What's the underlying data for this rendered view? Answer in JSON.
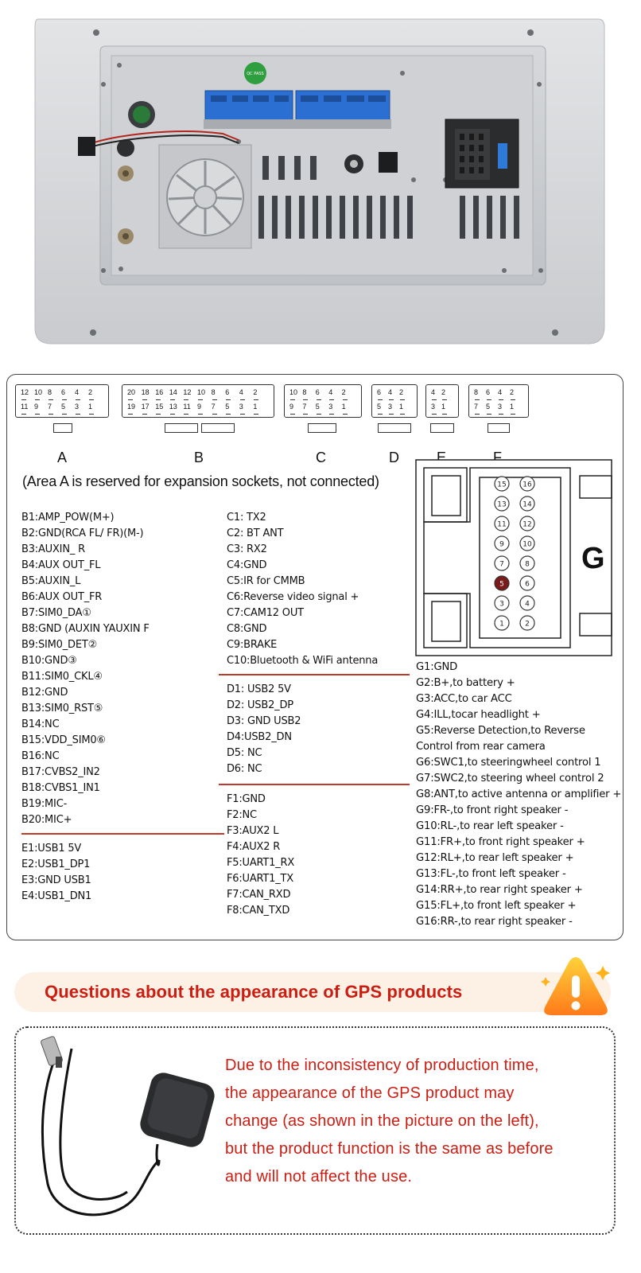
{
  "photo": {
    "alt": "Back of car radio unit"
  },
  "connectors": {
    "A": {
      "letter": "A",
      "top": [
        "12",
        "10",
        "8",
        "6",
        "4",
        "2"
      ],
      "bottom": [
        "11",
        "9",
        "7",
        "5",
        "3",
        "1"
      ]
    },
    "B": {
      "letter": "B",
      "top": [
        "20",
        "18",
        "16",
        "14",
        "12",
        "10",
        "8",
        "6",
        "4",
        "2"
      ],
      "bottom": [
        "19",
        "17",
        "15",
        "13",
        "11",
        "9",
        "7",
        "5",
        "3",
        "1"
      ]
    },
    "C": {
      "letter": "C",
      "top": [
        "10",
        "8",
        "6",
        "4",
        "2"
      ],
      "bottom": [
        "9",
        "7",
        "5",
        "3",
        "1"
      ]
    },
    "D": {
      "letter": "D",
      "top": [
        "6",
        "4",
        "2"
      ],
      "bottom": [
        "5",
        "3",
        "1"
      ]
    },
    "E": {
      "letter": "E",
      "top": [
        "4",
        "2"
      ],
      "bottom": [
        "3",
        "1"
      ]
    },
    "F": {
      "letter": "F",
      "top": [
        "8",
        "6",
        "4",
        "2"
      ],
      "bottom": [
        "7",
        "5",
        "3",
        "1"
      ]
    }
  },
  "area_note": "(Area A is reserved for expansion sockets, not connected)",
  "b_pins": [
    "B1:AMP_POW(M+)",
    "B2:GND(RCA FL/ FR)(M-)",
    "B3:AUXIN_ R",
    "B4:AUX OUT_FL",
    "B5:AUXIN_L",
    "B6:AUX OUT_FR",
    "B7:SIM0_DA①",
    "B8:GND (AUXIN YAUXIN F",
    "B9:SIM0_DET②",
    "B10:GND③",
    "B11:SIM0_CKL④",
    "B12:GND",
    "B13:SIM0_RST⑤",
    "B14:NC",
    "B15:VDD_SIM0⑥",
    "B16:NC",
    "B17:CVBS2_IN2",
    "B18:CVBS1_IN1",
    "B19:MIC-",
    "B20:MIC+"
  ],
  "e_pins": [
    "E1:USB1 5V",
    "E2:USB1_DP1",
    "E3:GND USB1",
    "E4:USB1_DN1"
  ],
  "c_pins": [
    "C1: TX2",
    "C2: BT ANT",
    "C3: RX2",
    "C4:GND",
    "C5:IR for CMMB",
    "C6:Reverse video signal +",
    "C7:CAM12 OUT",
    "C8:GND",
    "C9:BRAKE",
    "C10:Bluetooth & WiFi antenna"
  ],
  "d_pins": [
    "D1: USB2 5V",
    "D2: USB2_DP",
    "D3: GND USB2",
    "D4:USB2_DN",
    "D5: NC",
    "D6: NC"
  ],
  "f_pins": [
    "F1:GND",
    "F2:NC",
    "F3:AUX2 L",
    "F4:AUX2 R",
    "F5:UART1_RX",
    "F6:UART1_TX",
    "F7:CAN_RXD",
    "F8:CAN_TXD"
  ],
  "g_connector": {
    "letter": "G",
    "pins": [
      [
        "15",
        "16"
      ],
      [
        "13",
        "14"
      ],
      [
        "11",
        "12"
      ],
      [
        "9",
        "10"
      ],
      [
        "7",
        "8"
      ],
      [
        "5",
        "6"
      ],
      [
        "3",
        "4"
      ],
      [
        "1",
        "2"
      ]
    ],
    "highlight_pin": "5",
    "highlight_color": "#7a1a1a"
  },
  "g_pins": [
    "G1:GND",
    "G2:B+,to battery +",
    "G3:ACC,to car ACC",
    "G4:ILL,tocar headlight +",
    "G5:Reverse Detection,to Reverse",
    "Control from rear camera",
    "G6:SWC1,to steeringwheel control 1",
    "G7:SWC2,to steering wheel control 2",
    "G8:ANT,to active antenna or amplifier +",
    "G9:FR-,to front right speaker -",
    "G10:RL-,to rear left speaker -",
    "G11:FR+,to front right speaker +",
    "G12:RL+,to rear left speaker +",
    "G13:FL-,to front left speaker -",
    "G14:RR+,to rear right speaker +",
    "G15:FL+,to front left speaker +",
    "G16:RR-,to rear right speaker -"
  ],
  "gps": {
    "title": "Questions about the appearance of GPS products",
    "title_color": "#cc1d12",
    "banner_color": "#fdf0e4",
    "body_lines": [
      "Due to the inconsistency of production time,",
      "the appearance of the GPS product may",
      "change (as shown in the picture on the left),",
      "but the product function is the same as before",
      "and will not affect the use."
    ]
  }
}
